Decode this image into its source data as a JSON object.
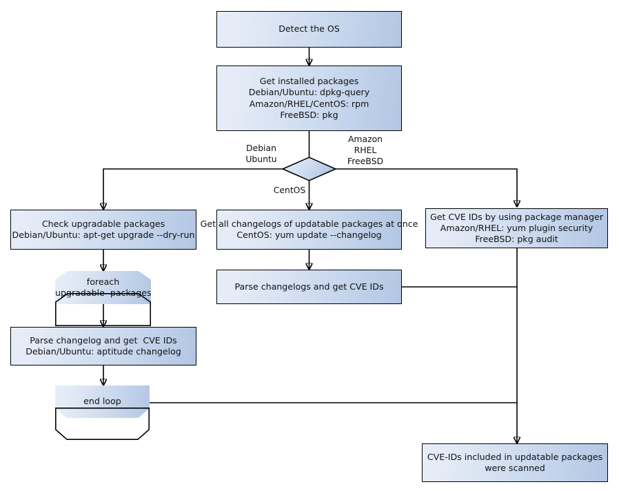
{
  "diagram": {
    "title": "Vulnerability scan flow by OS family",
    "type": "flowchart",
    "background": "#ffffff",
    "node_fill_from": "#e8eef8",
    "node_fill_to": "#b2c6e3",
    "node_border": "#000000",
    "connector_color": "#000000"
  },
  "nodes": {
    "detect_os": {
      "label": "Detect the OS",
      "shape": "process"
    },
    "get_installed": {
      "label": "Get installed packages\nDebian/Ubuntu: dpkg-query\nAmazon/RHEL/CentOS: rpm\nFreeBSD: pkg",
      "shape": "process"
    },
    "decision": {
      "label": "",
      "shape": "decision"
    },
    "check_upgradable": {
      "label": "Check upgradable packages\nDebian/Ubuntu: apt-get upgrade --dry-run",
      "shape": "process"
    },
    "get_changelogs": {
      "label": "Get all changelogs of updatable packages at once\nCentOS: yum update --changelog",
      "shape": "process"
    },
    "get_cve_ids_pkgmgr": {
      "label": "Get CVE IDs by using package manager\nAmazon/RHEL: yum plugin security\nFreeBSD: pkg audit",
      "shape": "process"
    },
    "foreach_loop": {
      "label": "foreach\nupgradable  packages",
      "shape": "loop-start"
    },
    "parse_changelog_single": {
      "label": "Parse changelog and get  CVE IDs\nDebian/Ubuntu: aptitude changelog",
      "shape": "process"
    },
    "parse_changelogs_bulk": {
      "label": "Parse changelogs and get CVE IDs",
      "shape": "process"
    },
    "end_loop": {
      "label": "end loop",
      "shape": "loop-end"
    },
    "scanned_result": {
      "label": "CVE-IDs included in updatable packages\nwere scanned",
      "shape": "process"
    }
  },
  "edge_labels": {
    "debian_ubuntu": "Debian\nUbuntu",
    "amazon_rhel_freebsd": "Amazon\nRHEL\nFreeBSD",
    "centos": "CentOS"
  }
}
